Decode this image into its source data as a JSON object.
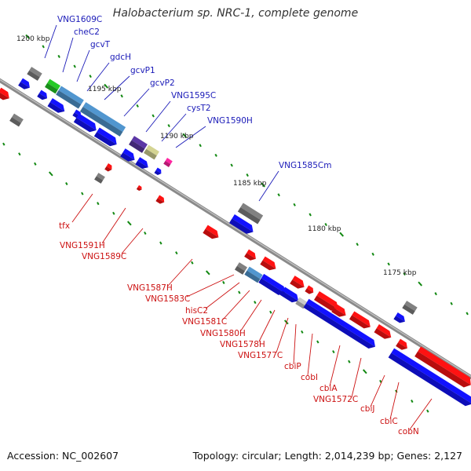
{
  "title": "Halobacterium sp. NRC-1, complete genome",
  "footer": {
    "accession": "Accession: NC_002607",
    "summary": "Topology: circular; Length: 2,014,239 bp; Genes: 2,127"
  },
  "scale_labels": [
    "1200 kbp",
    "1195 kbp",
    "1190 kbp",
    "1185 kbp",
    "1180 kbp",
    "1175 kbp"
  ],
  "top_gene_labels": [
    "VNG1609C",
    "cheC2",
    "gcvT",
    "gdcH",
    "gcvP1",
    "gcvP2",
    "VNG1595C",
    "cysT2",
    "VNG1590H",
    "VNG1585Cm"
  ],
  "bottom_gene_labels": [
    "tfx",
    "VNG1591H",
    "VNG1589C",
    "VNG1587H",
    "VNG1583C",
    "hisC2",
    "VNG1581C",
    "VNG1580H",
    "VNG1578H",
    "VNG1577C",
    "cbiP",
    "cobI",
    "cbiA",
    "VNG1572C",
    "cbiJ",
    "cbiC",
    "cobN"
  ],
  "colors": {
    "axis": "#808080",
    "forward_cds": "#1010e0",
    "reverse_cds": "#e01010",
    "other_gene": "#707070",
    "highlight_steelblue": "#4682b4",
    "highlight_green": "#20b020",
    "highlight_olive": "#b8b880",
    "highlight_purple": "#503090",
    "highlight_magenta": "#e0208c",
    "highlight_lightgray": "#b0b0b0",
    "gc_ticks": "#118811",
    "label_blue": "#1a1ab8",
    "label_red": "#cc1111"
  }
}
